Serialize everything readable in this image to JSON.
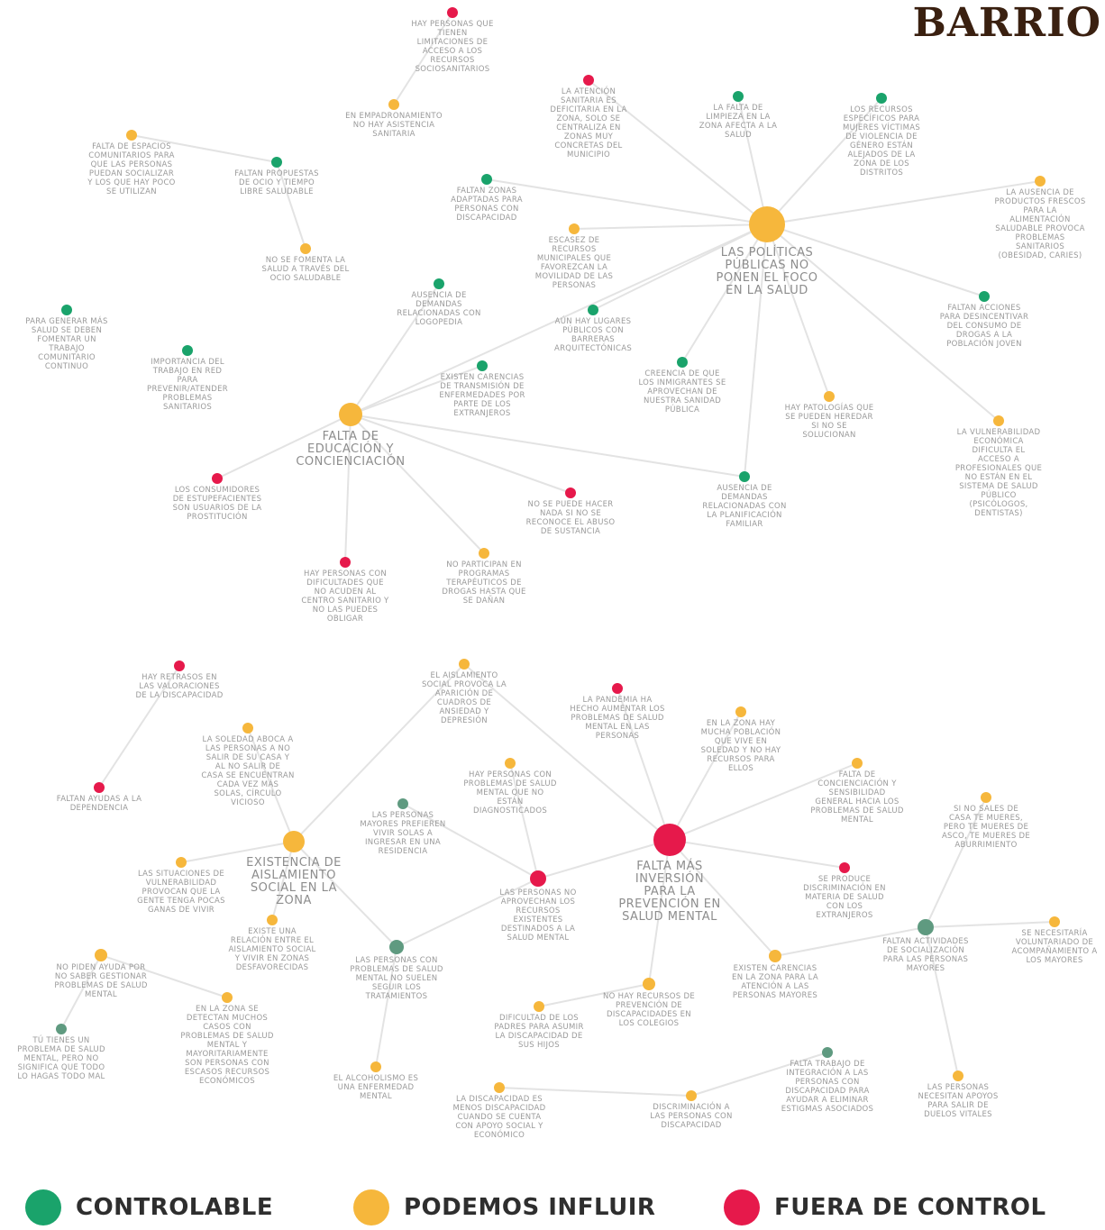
{
  "logo": {
    "text": "BARRIO"
  },
  "colors": {
    "controlable": "#1aa36b",
    "influir": "#f6b73c",
    "fuera": "#e6194b",
    "gris": "#5f9a80"
  },
  "legend": [
    {
      "key": "controlable",
      "label": "CONTROLABLE"
    },
    {
      "key": "influir",
      "label": "PODEMOS INFLUIR"
    },
    {
      "key": "fuera",
      "label": "FUERA DE CONTROL"
    }
  ],
  "hubs": {
    "politicas": "LAS POLÍTICAS PÚBLICAS NO PONEN EL FOCO EN LA SALUD",
    "educacion": "FALTA DE EDUCACIÓN Y CONCIENCIACIÓN",
    "inversion": "FALTA MÁS INVERSIÓN PARA LA PREVENCIÓN EN SALUD MENTAL",
    "aislamiento": "EXISTENCIA DE AISLAMIENTO SOCIAL EN LA ZONA"
  },
  "nodes": {
    "limitaciones": "HAY PERSONAS QUE TIENEN LIMITACIONES DE ACCESO A LOS RECURSOS SOCIOSANITARIOS",
    "empadronamiento": "EN EMPADRONAMIENTO NO HAY ASISTENCIA SANITARIA",
    "atencion_deficitaria": "LA ATENCIÓN SANITARIA ES DEFICITARIA EN LA ZONA, SOLO SE CENTRALIZA EN ZONAS MUY CONCRETAS DEL MUNICIPIO",
    "limpieza": "LA FALTA DE LIMPIEZA EN LA ZONA AFECTA A LA SALUD",
    "recursos_mujeres": "LOS RECURSOS ESPECÍFICOS PARA MUJERES VÍCTIMAS DE VIOLENCIA DE GÉNERO ESTÁN ALEJADOS DE LA ZONA DE LOS DISTRITOS",
    "espacios_comunitarios": "FALTA DE ESPACIOS COMUNITARIOS PARA QUE LAS PERSONAS PUEDAN SOCIALIZAR Y LOS QUE HAY POCO SE UTILIZAN",
    "propuestas_ocio": "FALTAN PROPUESTAS DE OCIO Y TIEMPO LIBRE SALUDABLE",
    "zonas_discapacidad": "FALTAN ZONAS ADAPTADAS PARA PERSONAS CON DISCAPACIDAD",
    "ausencia_productos": "LA AUSENCIA DE PRODUCTOS FRESCOS PARA LA ALIMENTACIÓN SALUDABLE PROVOCA PROBLEMAS SANITARIOS (OBESIDAD, CARIES)",
    "escasez_recursos": "ESCASEZ DE RECURSOS MUNICIPALES QUE FAVOREZCAN LA MOVILIDAD DE LAS PERSONAS",
    "ocio_saludable": "NO SE FOMENTA LA SALUD A TRAVÉS DEL OCIO SALUDABLE",
    "adicciones_joven": "FALTAN ACCIONES PARA DESINCENTIVAR DEL CONSUMO DE DROGAS A LA POBLACIÓN JOVEN",
    "salud_comunitario": "PARA GENERAR MÁS SALUD SE DEBEN FOMENTAR UN TRABAJO COMUNITARIO CONTINUO",
    "demandas_logopedia": "AUSENCIA DE DEMANDAS RELACIONADAS CON LOGOPEDIA",
    "lugares_publicos": "AÚN HAY LUGARES PÚBLICOS CON BARRERAS ARQUITECTÓNICAS",
    "trabajo_red": "IMPORTANCIA DEL TRABAJO EN RED PARA PREVENIR/ATENDER PROBLEMAS SANITARIOS",
    "creencia_inmigrantes": "CREENCIA DE QUE LOS INMIGRANTES SE APROVECHAN DE NUESTRA SANIDAD PÚBLICA",
    "carencias_transmision": "EXISTEN CARENCIAS DE TRANSMISIÓN DE ENFERMEDADES POR PARTE DE LOS EXTRANJEROS",
    "patologias": "HAY PATOLOGÍAS QUE SE PUEDEN HEREDAR SI NO SE SOLUCIONAN",
    "vulnerabilidad": "LA VULNERABILIDAD ECONÓMICA DIFICULTA EL ACCESO A PROFESIONALES QUE NO ESTÁN EN EL SISTEMA DE SALUD PÚBLICO (PSICÓLOGOS, DENTISTAS)",
    "consumidores": "LOS CONSUMIDORES DE ESTUPEFACIENTES SON USUARIOS DE LA PROSTITUCIÓN",
    "abuso_sustancia": "NO SE PUEDE HACER NADA SI NO SE RECONOCE EL ABUSO DE SUSTANCIA",
    "planificacion": "AUSENCIA DE DEMANDAS RELACIONADAS CON LA PLANIFICACIÓN FAMILIAR",
    "dificultades_centro": "HAY PERSONAS CON DIFICULTADES QUE NO ACUDEN AL CENTRO SANITARIO Y NO LAS PUEDES OBLIGAR",
    "programas_terapeuticos": "NO PARTICIPAN EN PROGRAMAS TERAPÉUTICOS DE DROGAS HASTA QUE SE DAÑAN",
    "retrasos": "HAY RETRASOS EN LAS VALORACIONES DE LA DISCAPACIDAD",
    "aislamiento_ansiedad": "EL AISLAMIENTO SOCIAL PROVOCA LA APARICIÓN DE CUADROS DE ANSIEDAD Y DEPRESIÓN",
    "pandemia": "LA PANDEMIA HA HECHO AUMENTAR LOS PROBLEMAS DE SALUD MENTAL EN LAS PERSONAS",
    "poblacion_sola": "EN LA ZONA HAY MUCHA POBLACIÓN QUE VIVE EN SOLEDAD Y NO HAY RECURSOS PARA ELLOS",
    "soledad_aboca": "LA SOLEDAD ABOCA A LAS PERSONAS A NO SALIR DE SU CASA Y AL NO SALIR DE CASA SE ENCUENTRAN CADA VEZ MÁS SOLAS, CÍRCULO VICIOSO",
    "sin_diagnostico": "HAY PERSONAS CON PROBLEMAS DE SALUD MENTAL QUE NO ESTÁN DIAGNOSTICADOS",
    "concienciacion_mental": "FALTA DE CONCIENCIACIÓN Y SENSIBILIDAD GENERAL HACIA LOS PROBLEMAS DE SALUD MENTAL",
    "ayudas_dependencia": "FALTAN AYUDAS A LA DEPENDENCIA",
    "mayores_residencia": "LAS PERSONAS MAYORES PREFIEREN VIVIR SOLAS A INGRESAR EN UNA RESIDENCIA",
    "miedo_acoso": "SI NO SALES DE CASA TE MUERES, PERO TE MUERES DE ASCO, TE MUERES DE ABURRIMIENTO",
    "situaciones_vulnerabilidad": "LAS SITUACIONES DE VULNERABILIDAD PROVOCAN QUE LA GENTE TENGA POCAS GANAS DE VIVIR",
    "discriminacion_extranjeros": "SE PRODUCE DISCRIMINACIÓN EN MATERIA DE SALUD CON LOS EXTRANJEROS",
    "no_aprovechan": "LAS PERSONAS NO APROVECHAN LOS RECURSOS EXISTENTES DESTINADOS A LA SALUD MENTAL",
    "relacion_aislamiento": "EXISTE UNA RELACIÓN ENTRE EL AISLAMIENTO SOCIAL Y VIVIR EN ZONAS DESFAVORECIDAS",
    "voluntariado": "SE NECESITARÍA VOLUNTARIADO DE ACOMPAÑAMIENTO A LOS MAYORES",
    "pedir_ayuda": "NO PIDEN AYUDA POR NO SABER GESTIONAR PROBLEMAS DE SALUD MENTAL",
    "abandonan_tratamientos": "LAS PERSONAS CON PROBLEMAS DE SALUD MENTAL NO SUELEN SEGUIR LOS TRATAMIENTOS",
    "carencias_mayores": "EXISTEN CARENCIAS EN LA ZONA PARA LA ATENCIÓN A LAS PERSONAS MAYORES",
    "actividades_mayores": "FALTAN ACTIVIDADES DE SOCIALIZACIÓN PARA LAS PERSONAS MAYORES",
    "recursos_prevencion": "NO HAY RECURSOS DE PREVENCIÓN DE DISCAPACIDADES EN LOS COLEGIOS",
    "casos_escasos": "EN LA ZONA SE DETECTAN MUCHOS CASOS CON PROBLEMAS DE SALUD MENTAL Y MAYORITARIAMENTE SON PERSONAS CON ESCASOS RECURSOS ECONÓMICOS",
    "dificultad_padres": "DIFICULTAD DE LOS PADRES PARA ASUMIR LA DISCAPACIDAD DE SUS HIJOS",
    "problema_mental": "TÚ TIENES UN PROBLEMA DE SALUD MENTAL, PERO NO SIGNIFICA QUE TODO LO HAGAS TODO MAL",
    "alcoholismo": "EL ALCOHOLISMO ES UNA ENFERMEDAD MENTAL",
    "integracion": "FALTA TRABAJO DE INTEGRACIÓN A LAS PERSONAS CON DISCAPACIDAD PARA AYUDAR A ELIMINAR ESTIGMAS ASOCIADOS",
    "discapacidad_apoyo": "LA DISCAPACIDAD ES MENOS DISCAPACIDAD CUANDO SE CUENTA CON APOYO SOCIAL Y ECONÓMICO",
    "discriminacion_discapacidad": "DISCRIMINACIÓN A LAS PERSONAS CON DISCAPACIDAD",
    "apoyos_vitales": "LAS PERSONAS NECESITAN APOYOS PARA SALIR DE DUELOS VITALES"
  }
}
